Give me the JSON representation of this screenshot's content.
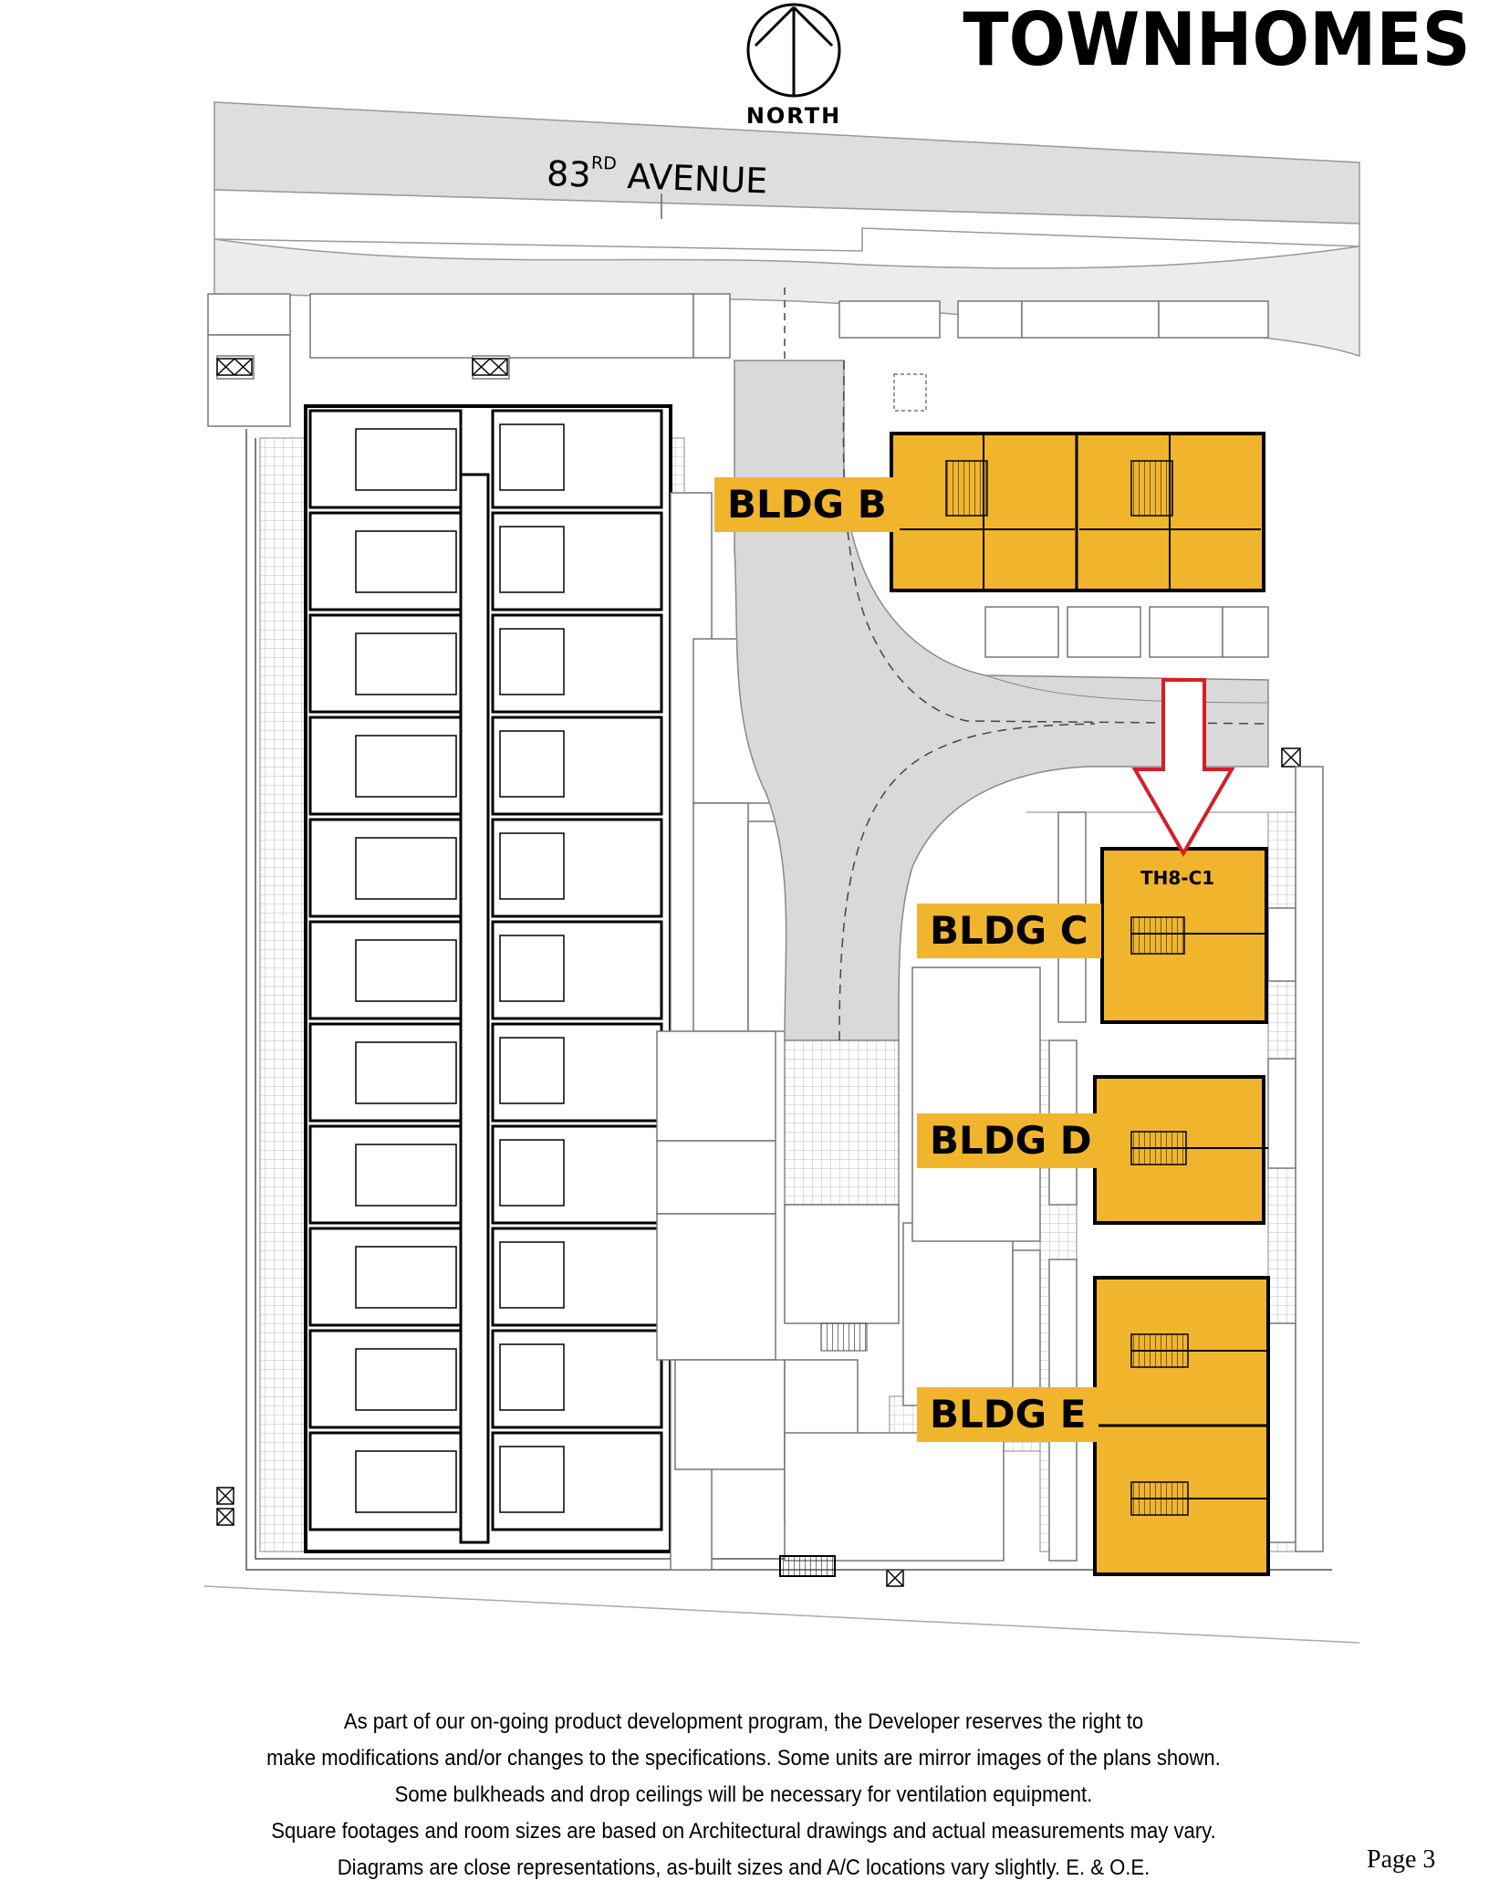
{
  "title": "TOWNHOMES",
  "compass": {
    "label": "NORTH",
    "icon": "north-arrow-icon"
  },
  "street": {
    "number": "83",
    "suffix": "RD",
    "name": "AVENUE"
  },
  "buildings": [
    {
      "label": "BLDG B",
      "color": "#f0b52c"
    },
    {
      "label": "BLDG C",
      "color": "#f0b52c"
    },
    {
      "label": "BLDG D",
      "color": "#f0b52c"
    },
    {
      "label": "BLDG E",
      "color": "#f0b52c"
    }
  ],
  "highlighted_unit": {
    "label": "TH8-C1",
    "marker": "red-arrow-icon",
    "marker_color": "#d32027"
  },
  "colors": {
    "townhome_fill": "#f0b52c",
    "road_gray": "#d9d9d9",
    "outline": "#000000"
  },
  "disclaimer": [
    "As part of our on-going product development program, the Developer reserves the right to",
    "make modifications and/or changes to the specifications. Some units are mirror images of the plans shown.",
    "Some bulkheads and drop ceilings will be necessary for ventilation equipment.",
    "Square footages and room sizes are based on Architectural drawings and actual measurements may vary.",
    "Diagrams are close representations, as-built sizes and A/C locations vary slightly. E. & O.E."
  ],
  "page": "Page 3"
}
